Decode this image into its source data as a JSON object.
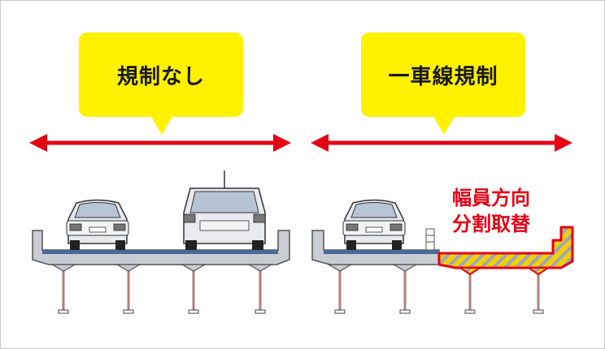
{
  "labels": {
    "no_restriction": "規制なし",
    "one_lane_restriction": "一車線規制",
    "callout_line1": "幅員方向",
    "callout_line2": "分割取替"
  },
  "colors": {
    "bubble": "#fff100",
    "arrow": "#e60012",
    "pavement": "#4a6a9a",
    "deck": "#c9ccd2",
    "replacement_fill": "#f5d000",
    "replacement_outline": "#e60012",
    "pier": "#b08080"
  }
}
